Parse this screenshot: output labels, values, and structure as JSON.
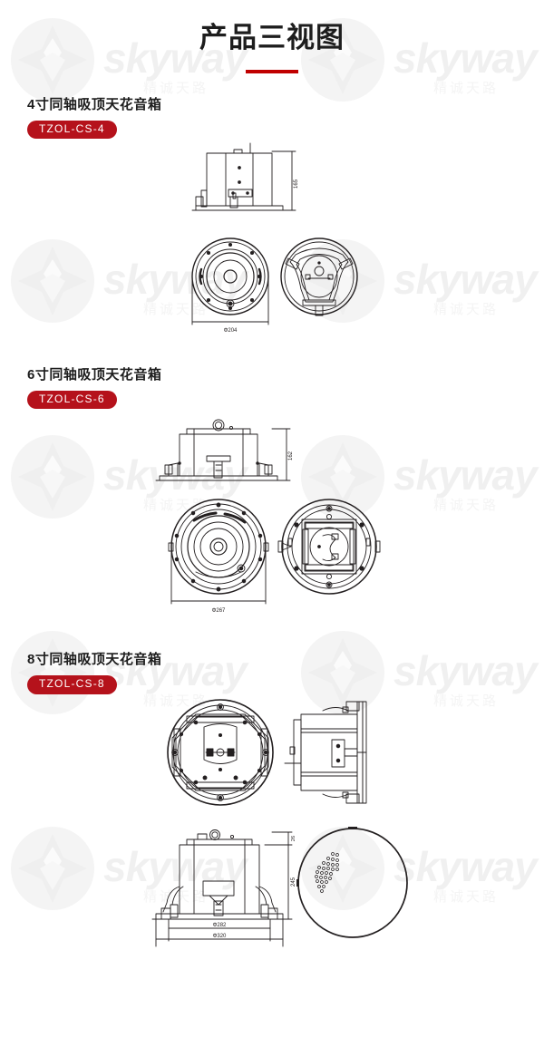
{
  "header": {
    "title": "产品三视图",
    "rule_color": "#c00000"
  },
  "watermark": {
    "brand": "skyway",
    "subtext": "精诚天路",
    "color": "#f2f2f2"
  },
  "theme": {
    "badge_bg": "#b5121b",
    "badge_text": "#ffffff",
    "title_color": "#1d1d1d",
    "line_color": "#231f20",
    "page_bg": "#ffffff"
  },
  "sections": [
    {
      "id": "cs-4",
      "title": "4寸同轴吸顶天花音箱",
      "model": "TZOL-CS-4",
      "views": [
        "side-view",
        "front-view",
        "rear-view"
      ],
      "dimensions": {
        "height": "165",
        "diameter": "Φ204"
      }
    },
    {
      "id": "cs-6",
      "title": "6寸同轴吸顶天花音箱",
      "model": "TZOL-CS-6",
      "views": [
        "side-view",
        "front-view",
        "rear-view"
      ],
      "dimensions": {
        "height": "162",
        "diameter": "Φ267"
      }
    },
    {
      "id": "cs-8",
      "title": "8寸同轴吸顶天花音箱",
      "model": "TZOL-CS-8",
      "views": [
        "rear-view",
        "side-view",
        "section-view",
        "front-view"
      ],
      "dimensions": {
        "flange": "26",
        "height": "245",
        "cutout_diameter": "Φ282",
        "outer_diameter": "Φ320"
      }
    }
  ]
}
